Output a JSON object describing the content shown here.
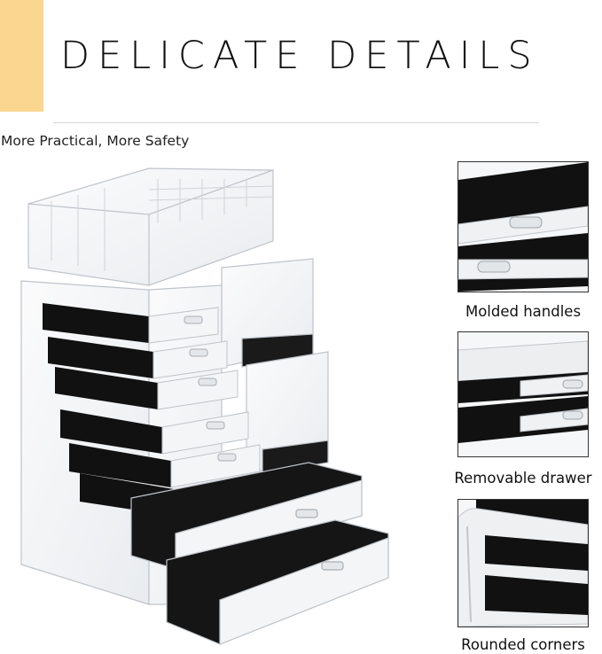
{
  "header": {
    "title": "DELICATE DETAILS",
    "subtitle": "More Practical, More Safety",
    "accent_color": "#fbd690"
  },
  "details": [
    {
      "caption": "Molded handles"
    },
    {
      "caption": "Removable drawer"
    },
    {
      "caption": "Rounded corners"
    }
  ],
  "colors": {
    "acrylic_edge": "#c9cdd2",
    "velvet_lining": "#111111"
  }
}
